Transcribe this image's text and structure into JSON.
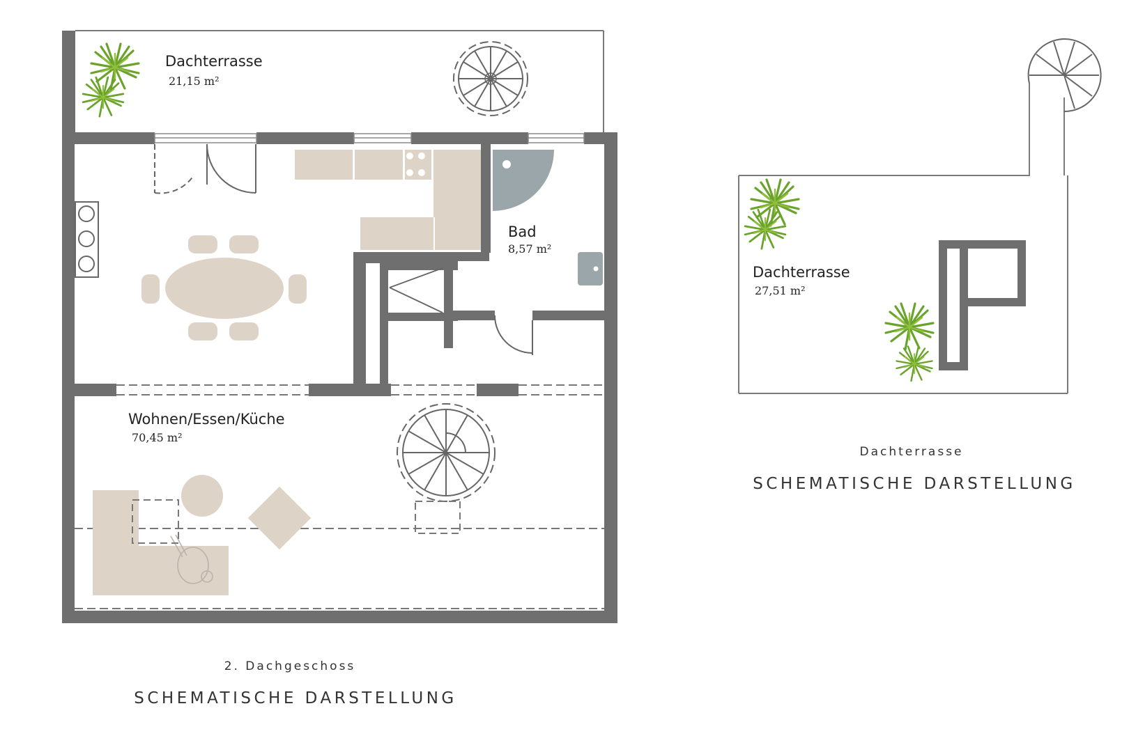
{
  "floor_plan": {
    "rooms": [
      {
        "name": "Dachterrasse",
        "area": "21,15 m²"
      },
      {
        "name": "Bad",
        "area": "8,57 m²"
      },
      {
        "name": "Wohnen/Essen/Küche",
        "area": "70,45 m²"
      }
    ],
    "caption_floor": "2. Dachgeschoss",
    "caption_title": "SCHEMATISCHE DARSTELLUNG"
  },
  "roof_plan": {
    "room": {
      "name": "Dachterrasse",
      "area": "27,51 m²"
    },
    "caption_floor": "Dachterrasse",
    "caption_title": "SCHEMATISCHE DARSTELLUNG"
  },
  "colors": {
    "wall": "#6f6f70",
    "furniture": "#ddd3c7",
    "shower": "#9aa6aa",
    "plant": "#6aa32a",
    "line": "#7a7a7a"
  }
}
